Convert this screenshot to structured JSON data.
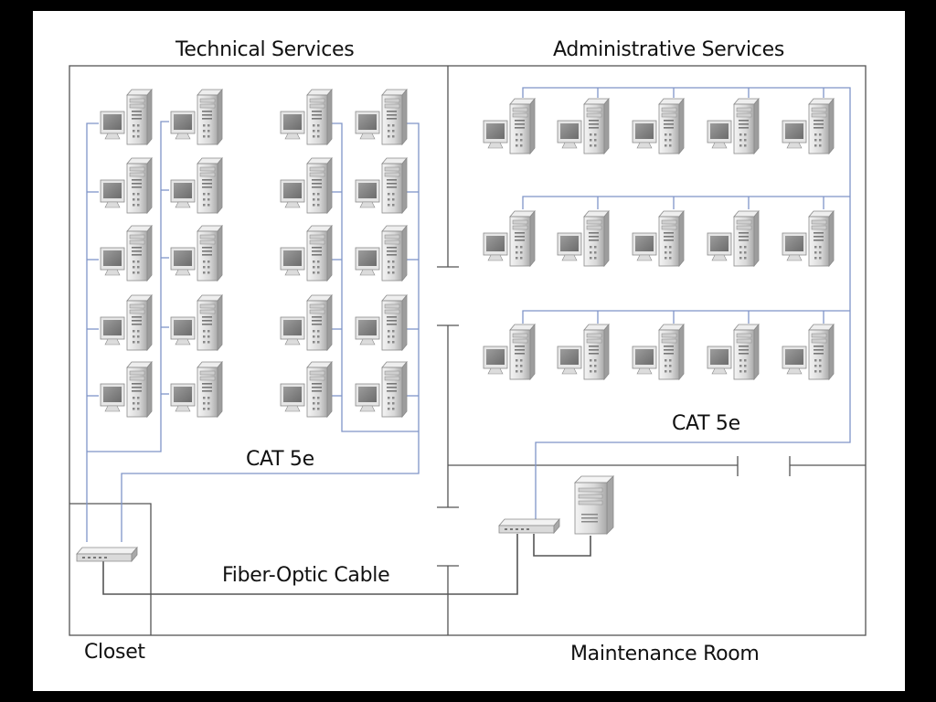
{
  "labels": {
    "technical_services": "Technical Services",
    "administrative_services": "Administrative Services",
    "cat5e_technical": "CAT 5e",
    "cat5e_administrative": "CAT 5e",
    "fiber_optic": "Fiber-Optic Cable",
    "closet": "Closet",
    "maintenance_room": "Maintenance Room"
  },
  "colors": {
    "background": "#000000",
    "canvas": "#ffffff",
    "walls": "#555555",
    "cat5e_cable": "#7f95c8",
    "fiber_cable": "#555555",
    "text": "#111111"
  },
  "network": {
    "technical_services": {
      "workstations": 20,
      "layout": "4 columns x 5 rows"
    },
    "administrative_services": {
      "workstations": 15,
      "layout": "5 columns x 3 rows"
    },
    "closet": {
      "devices": [
        "switch"
      ]
    },
    "maintenance_room": {
      "devices": [
        "switch",
        "server"
      ]
    }
  }
}
